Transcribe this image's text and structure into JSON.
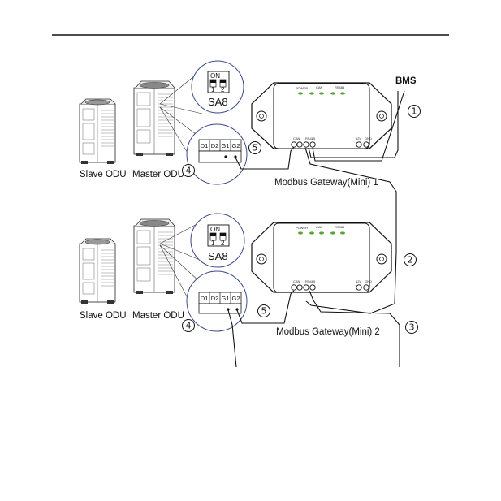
{
  "labels": {
    "bms": "BMS",
    "slave_odu": "Slave ODU",
    "master_odu": "Master ODU",
    "gateway_1": "Modbus Gateway(Mini) 1",
    "gateway_2": "Modbus Gateway(Mini) 2",
    "sa8": "SA8",
    "switch_on": "ON",
    "switch_1": "1",
    "switch_2": "2"
  },
  "gateway_leds": {
    "power": "POWER",
    "can": "CAN",
    "rs485": "RS485"
  },
  "gateway_ports": {
    "can": "CAN",
    "rs485": "RS485",
    "gnd": "GND",
    "in": "12V"
  },
  "terminals": [
    "D1",
    "D2",
    "G1",
    "G2"
  ],
  "callouts": {
    "c1": "1",
    "c2": "2",
    "c3": "3",
    "c4": "4",
    "c5": "5"
  },
  "colors": {
    "line": "#111111",
    "circle": "#3a4a8a",
    "led": "#55a630"
  }
}
